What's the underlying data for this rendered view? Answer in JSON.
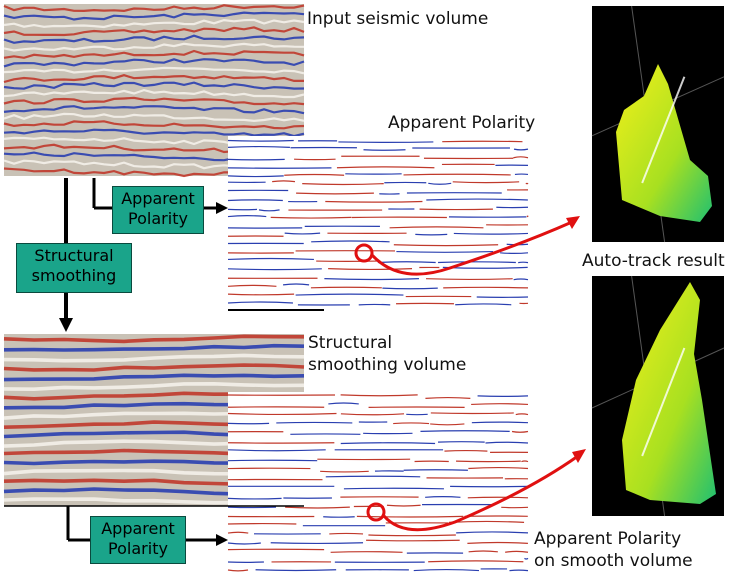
{
  "labels": {
    "input_volume": "Input seismic volume",
    "apparent_polarity_top": "Apparent Polarity",
    "auto_track": "Auto-track result",
    "structural_volume_line1": "Structural",
    "structural_volume_line2": "smoothing volume",
    "apparent_polarity_smooth_line1": "Apparent Polarity",
    "apparent_polarity_smooth_line2": "on smooth volume"
  },
  "boxes": {
    "apparent_polarity_1": [
      "Apparent",
      "Polarity"
    ],
    "structural_smoothing": [
      "Structural",
      "smoothing"
    ],
    "apparent_polarity_2": [
      "Apparent",
      "Polarity"
    ]
  },
  "colors": {
    "box_fill": "#1aa48a",
    "arrow_red": "#e01010",
    "seismic_red": "#c0392b",
    "seismic_blue": "#2a3fb0"
  }
}
